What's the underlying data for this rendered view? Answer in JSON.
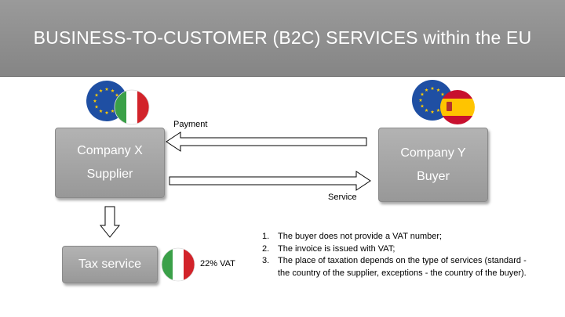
{
  "title": "BUSINESS-TO-CUSTOMER (B2C) SERVICES within the EU",
  "supplier": {
    "line1": "Company X",
    "line2": "Supplier"
  },
  "buyer": {
    "line1": "Company Y",
    "line2": "Buyer"
  },
  "tax_service": {
    "label": "Tax service",
    "vat": "22% VAT"
  },
  "arrows": {
    "payment": "Payment",
    "service": "Service"
  },
  "notes": [
    {
      "num": "1.",
      "text": "The buyer does not provide a VAT number;"
    },
    {
      "num": "2.",
      "text": "The invoice is issued with VAT;"
    },
    {
      "num": "3.",
      "text": "The place of taxation depends on the type of services (standard - the country of the supplier, exceptions - the country of the buyer)."
    }
  ],
  "icons": {
    "supplier_flags": [
      "eu-flag-icon",
      "italy-flag-icon"
    ],
    "buyer_flags": [
      "eu-flag-icon",
      "spain-flag-icon"
    ],
    "tax_flag": "italy-flag-icon"
  },
  "colors": {
    "title_bg": "#8f8f8f",
    "box_bg": "#a6a6a6",
    "eu_blue": "#1f4fa3",
    "eu_star": "#ffcc00",
    "italy_green": "#3aa048",
    "italy_red": "#d2232a",
    "spain_red": "#c8102e",
    "spain_yellow": "#ffc400"
  }
}
